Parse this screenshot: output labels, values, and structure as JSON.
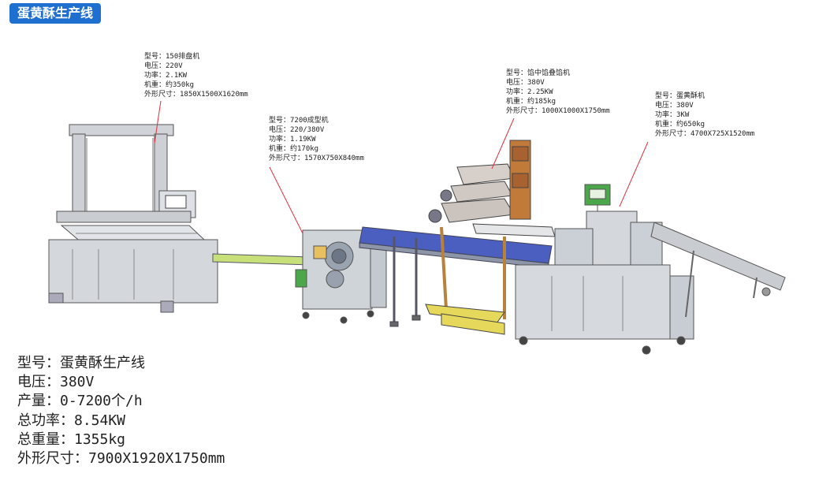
{
  "title": "蛋黄酥生产线",
  "machines": [
    {
      "model": "型号：150排盘机",
      "voltage": "电压：220V",
      "power": "功率：2.1KW",
      "weight": "机重：约350kg",
      "size": "外形尺寸：1850X1500X1620mm"
    },
    {
      "model": "型号：7200成型机",
      "voltage": "电压：220/380V",
      "power": "功率：1.19KW",
      "weight": "机重：约170kg",
      "size": "外形尺寸：1570X750X840mm"
    },
    {
      "model": "型号：馅中馅叠馅机",
      "voltage": "电压：380V",
      "power": "功率：2.25KW",
      "weight": "机重：约185kg",
      "size": "外形尺寸：1000X1000X1750mm"
    },
    {
      "model": "型号：蛋黄酥机",
      "voltage": "电压：380V",
      "power": "功率：3KW",
      "weight": "机重：约650kg",
      "size": "外形尺寸：4700X725X1520mm"
    }
  ],
  "summary": {
    "model": "型号：蛋黄酥生产线",
    "voltage": "电压：380V",
    "output": "产量：0-7200个/h",
    "total_power": "总功率：8.54KW",
    "total_weight": "总重量：1355kg",
    "size": "外形尺寸：7900X1920X1750mm"
  },
  "colors": {
    "title_bg": "#1f6fd0",
    "machine_gray": "#d4d8dc",
    "conveyor_green": "#c8e07a",
    "conveyor_blue": "#4a5fc0",
    "panel_green": "#4aa84a",
    "frame_brown": "#b8813c",
    "hopper_brown": "#c27a3a",
    "pointer_red": "#e0303a"
  }
}
